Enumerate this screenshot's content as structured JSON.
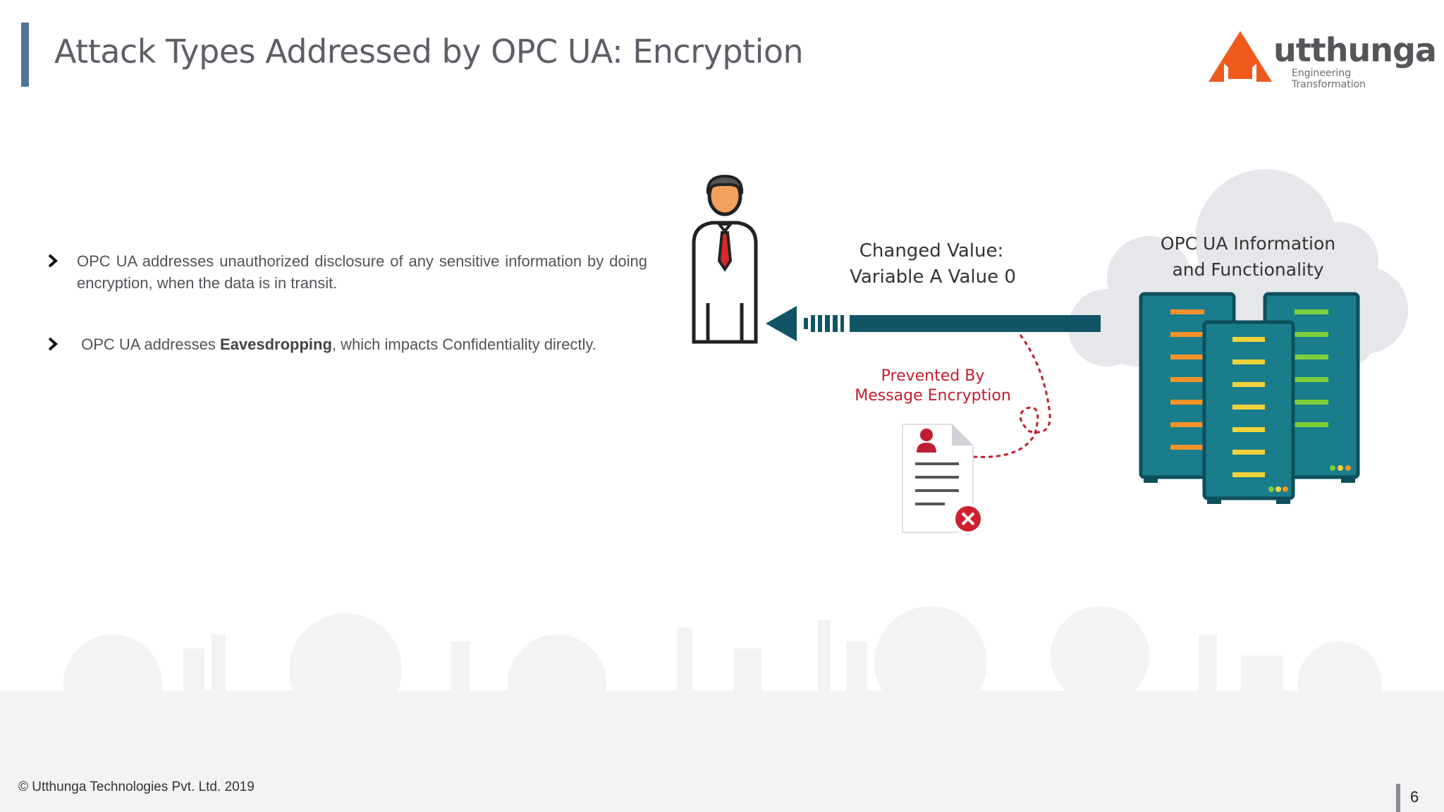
{
  "slide": {
    "title": "Attack Types Addressed by OPC UA: Encryption",
    "page_number": "6",
    "footer": "© Utthunga Technologies Pvt. Ltd. 2019"
  },
  "logo": {
    "wordmark": "utthunga",
    "tagline": "Engineering Transformation",
    "accent_color": "#ee5a1c"
  },
  "bullets": [
    {
      "text": " OPC UA addresses unauthorized disclosure of any sensitive information by doing encryption, when the data is in transit."
    },
    {
      "prefix": " OPC UA addresses ",
      "bold": "Eavesdropping",
      "suffix": ", which impacts Confidentiality directly."
    }
  ],
  "diagram": {
    "changed_value_line1": "Changed Value:",
    "changed_value_line2": "Variable A Value 0",
    "prevented_line1": "Prevented By",
    "prevented_line2": "Message Encryption",
    "server_line1": "OPC UA Information",
    "server_line2": "and Functionality",
    "colors": {
      "arrow": "#115466",
      "server_body": "#1a7d8c",
      "prevented_text": "#c01e2e",
      "led_orange": "#f5922a",
      "led_yellow": "#f0d23a",
      "led_green": "#7ed03a"
    }
  }
}
